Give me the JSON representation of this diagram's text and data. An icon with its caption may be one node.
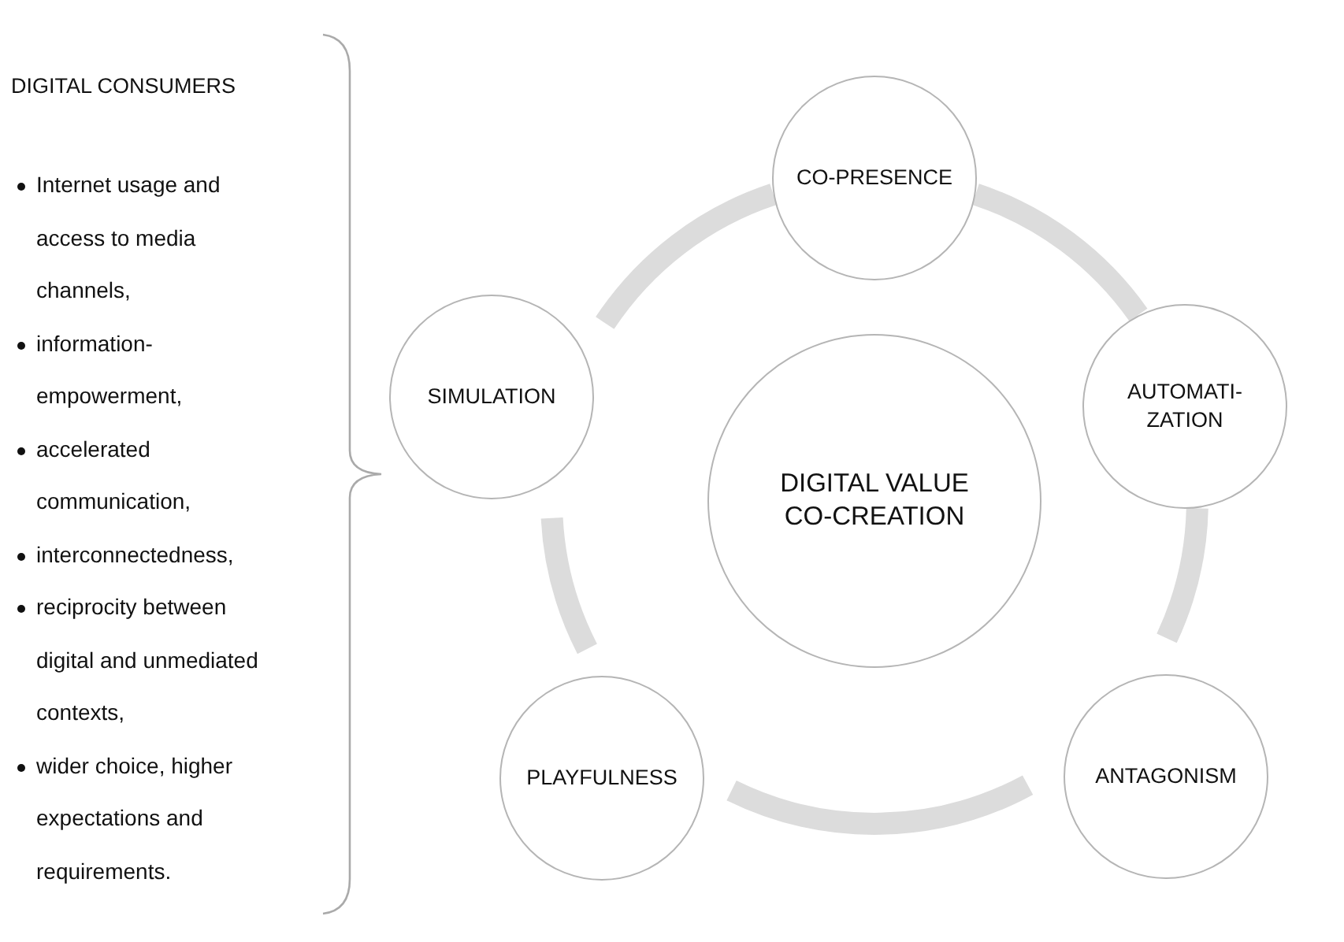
{
  "diagram": {
    "nodes": [
      {
        "text": [
          "CO-PRESENCE"
        ]
      },
      {
        "text": [
          "SIMULATION"
        ]
      },
      {
        "text": [
          "DIGITAL VALUE CO-CREATION"
        ]
      },
      {
        "text": [
          "AUTOMATI-ZATION"
        ]
      },
      {
        "text": [
          "PLAYFULNESS"
        ]
      },
      {
        "text": [
          "ANTAGONISM"
        ]
      }
    ],
    "edges": [
      {
        "from": 0,
        "to": 3,
        "arrow": "none"
      },
      {
        "from": 3,
        "to": 5,
        "arrow": "none"
      },
      {
        "from": 5,
        "to": 4,
        "arrow": "none"
      },
      {
        "from": 4,
        "to": 1,
        "arrow": "none"
      },
      {
        "from": 1,
        "to": 0,
        "arrow": "none"
      }
    ],
    "labels": [
      "DIGITAL CONSUMERS",
      "Internet usage and access to media channels,",
      "information-empowerment,",
      "accelerated communication,",
      "interconnectedness,",
      "reciprocity between digital and unmediated contexts,",
      "wider choice, higher expectations and requirements."
    ]
  }
}
